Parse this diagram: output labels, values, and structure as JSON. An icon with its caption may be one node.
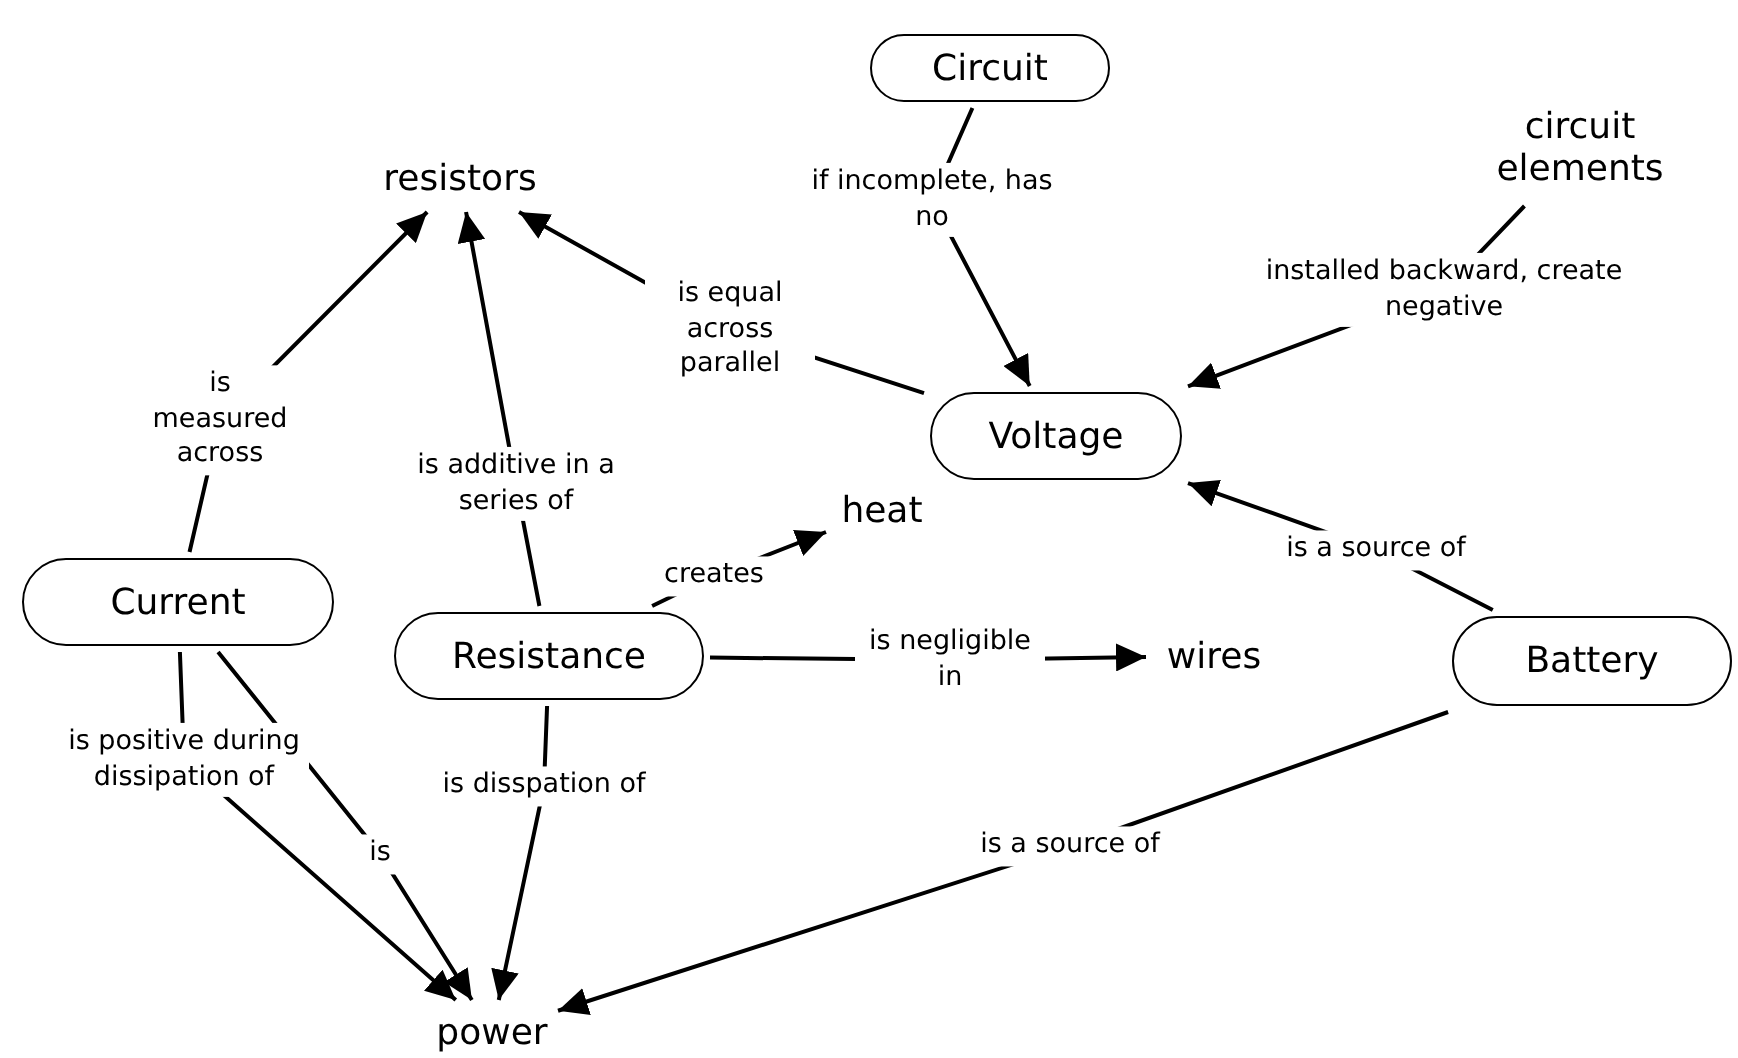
{
  "diagram": {
    "nodes": [
      {
        "text": [
          "Circuit"
        ]
      },
      {
        "text": [
          "resistors"
        ]
      },
      {
        "text": [
          "circuit elements"
        ]
      },
      {
        "text": [
          "Voltage"
        ]
      },
      {
        "text": [
          "heat"
        ]
      },
      {
        "text": [
          "Current"
        ]
      },
      {
        "text": [
          "Resistance"
        ]
      },
      {
        "text": [
          "wires"
        ]
      },
      {
        "text": [
          "Battery"
        ]
      },
      {
        "text": [
          "power"
        ]
      }
    ],
    "edges": [
      {
        "from": 0,
        "to": 3,
        "arrow": "to",
        "label": "if incomplete, has no"
      },
      {
        "from": 2,
        "to": 3,
        "arrow": "to",
        "label": "installed backward, create negative"
      },
      {
        "from": 3,
        "to": 1,
        "arrow": "to",
        "label": "is equal across parallel"
      },
      {
        "from": 5,
        "to": 1,
        "arrow": "to",
        "label": "is measured across"
      },
      {
        "from": 6,
        "to": 1,
        "arrow": "to",
        "label": "is additive in a series of"
      },
      {
        "from": 6,
        "to": 4,
        "arrow": "to",
        "label": "creates"
      },
      {
        "from": 6,
        "to": 7,
        "arrow": "to",
        "label": "is negligible in"
      },
      {
        "from": 8,
        "to": 3,
        "arrow": "to",
        "label": "is a source of"
      },
      {
        "from": 5,
        "to": 9,
        "arrow": "to",
        "label": "is positive during dissipation of"
      },
      {
        "from": 5,
        "to": 9,
        "arrow": "to",
        "label": "is"
      },
      {
        "from": 6,
        "to": 9,
        "arrow": "to",
        "label": "is disspation of"
      },
      {
        "from": 8,
        "to": 9,
        "arrow": "to",
        "label": "is a source of"
      }
    ]
  }
}
